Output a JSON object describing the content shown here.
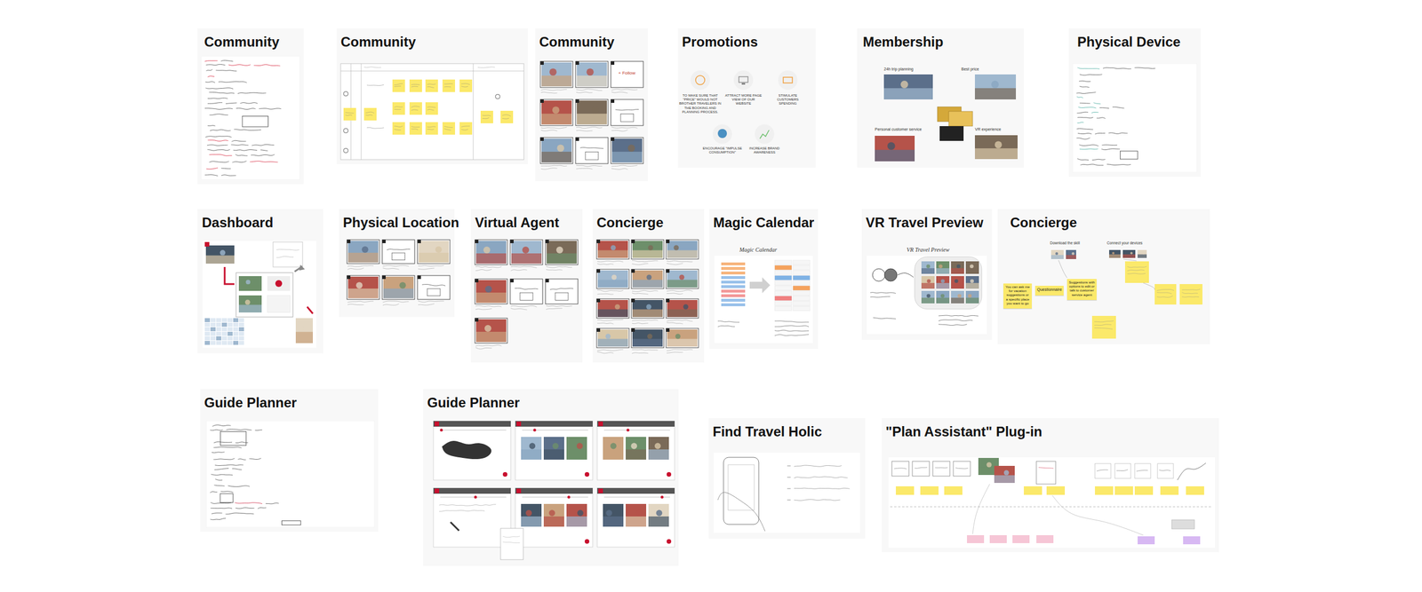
{
  "diagram": {
    "nodes": [
      {
        "text": [
          "Community"
        ]
      },
      {
        "text": [
          "Community"
        ]
      },
      {
        "text": [
          "Community"
        ]
      },
      {
        "text": [
          "Promotions"
        ]
      },
      {
        "text": [
          "Membership"
        ]
      },
      {
        "text": [
          "Physical Device"
        ]
      },
      {
        "text": [
          "Dashboard"
        ]
      },
      {
        "text": [
          "Physical Location"
        ]
      },
      {
        "text": [
          "Virtual Agent"
        ]
      },
      {
        "text": [
          "Concierge"
        ]
      },
      {
        "text": [
          "Magic Calendar"
        ]
      },
      {
        "text": [
          "VR Travel Preview"
        ]
      },
      {
        "text": [
          "Concierge"
        ]
      },
      {
        "text": [
          "Guide Planner"
        ]
      },
      {
        "text": [
          "Guide Planner"
        ]
      },
      {
        "text": [
          "Find Travel Holic"
        ]
      },
      {
        "text": [
          "\"Plan Assistant\" Plug-in"
        ]
      },
      {
        "text": [
          "You can ask me for vacation suggestions or a specific place you want to go"
        ],
        "in": 12
      },
      {
        "text": [
          "Questionnaire"
        ],
        "in": 12
      },
      {
        "text": [
          "Suggestions with options to edit or talk to customer service agent"
        ],
        "in": 12
      }
    ],
    "labels": [
      "TO MAKE SURE THAT \"PRICE\" WOULD NOT BROTHER TRAVELERS IN THE BOOKING AND PLANNING PROCESS.",
      "ATTRACT MORE PAGE VIEW OF OUR WEBSITE",
      "STIMULATE CUSTOMERS SPENDING",
      "ENCOURAGE \"IMPULSE CONSUMPTION\"",
      "INCREASE BRAND AWARENESS",
      "24h trip planning",
      "Best price",
      "Personal customer service",
      "VR experience",
      "+ Follow",
      "Magic Calendar",
      "VR Travel Preview",
      "Download the skill",
      "Connect your devices"
    ]
  }
}
